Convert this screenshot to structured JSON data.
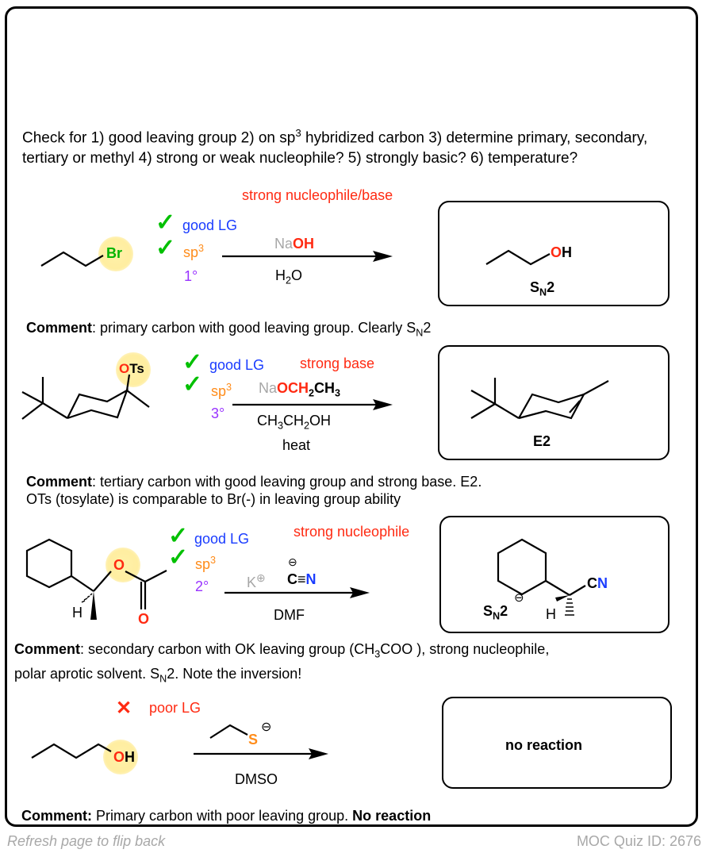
{
  "intro": {
    "text_a": "Check for 1) good leaving group  2) on sp",
    "sup": "3",
    "text_b": " hybridized carbon  3) determine primary, secondary, tertiary or methyl 4) strong or weak nucleophile? 5) strongly basic? 6) temperature?"
  },
  "reactions": [
    {
      "substrate_label": "Br",
      "checks": {
        "lg": "good LG",
        "sp": "sp",
        "sp_sup": "3",
        "degree": "1°"
      },
      "reagent_note": "strong nucleophile/base",
      "reagent_a": "Na",
      "reagent_b": "OH",
      "solvent_a": "H",
      "solvent_sub": "2",
      "solvent_b": "O",
      "product_group_o": "O",
      "product_group_h": "H",
      "mechanism_a": "S",
      "mechanism_sub": "N",
      "mechanism_b": "2",
      "comment_bold": "Comment",
      "comment_text": ": primary carbon with good leaving group. Clearly S",
      "comment_sub": "N",
      "comment_end": "2"
    },
    {
      "substrate_label_o": "O",
      "substrate_label_ts": "Ts",
      "checks": {
        "lg": "good LG",
        "sp": "sp",
        "sp_sup": "3",
        "degree": "3°"
      },
      "reagent_note": "strong base",
      "reagent_a": "Na",
      "reagent_b": "OCH",
      "reagent_sub1": "2",
      "reagent_c": "CH",
      "reagent_sub2": "3",
      "solvent_a": "CH",
      "solvent_sub1": "3",
      "solvent_b": "CH",
      "solvent_sub2": "2",
      "solvent_c": "OH",
      "condition": "heat",
      "mechanism": "E2",
      "comment_bold": "Comment",
      "comment_line1": ": tertiary carbon with good leaving group and strong base. E2.",
      "comment_line2": "OTs (tosylate) is comparable to Br(-) in leaving group ability"
    },
    {
      "checks": {
        "lg": "good LG",
        "sp": "sp",
        "sp_sup": "3",
        "degree": "2°"
      },
      "reagent_note": "strong nucleophile",
      "substrate_o": "O",
      "substrate_carbonyl_o": "O",
      "substrate_h": "H",
      "reagent_k": "K",
      "reagent_c": "C",
      "reagent_n": "N",
      "solvent": "DMF",
      "product_c": "C",
      "product_n": "N",
      "product_h": "H",
      "mechanism_a": "S",
      "mechanism_sub": "N",
      "mechanism_b": "2",
      "comment_bold": "Comment",
      "comment_line1a": ": secondary carbon with OK  leaving group (CH",
      "comment_sub1": "3",
      "comment_line1b": "COO  ), strong nucleophile,",
      "comment_line2a": "polar aprotic solvent. S",
      "comment_sub2": "N",
      "comment_line2b": "2. Note the inversion!"
    },
    {
      "fail_mark": "✕",
      "fail_label": "poor LG",
      "substrate_o": "O",
      "substrate_h": "H",
      "reagent_s": "S",
      "solvent": "DMSO",
      "product": "no reaction",
      "comment_bold": "Comment:",
      "comment_text": " Primary carbon with poor leaving group. ",
      "comment_bold_end": "No reaction"
    }
  ],
  "footer": {
    "left": "Refresh page to flip back",
    "right": "MOC Quiz ID: 2676"
  },
  "colors": {
    "red": "#ff2a12",
    "blue": "#1a3cff",
    "orange": "#ff8c1a",
    "purple": "#9933ff",
    "green": "#00c000"
  }
}
